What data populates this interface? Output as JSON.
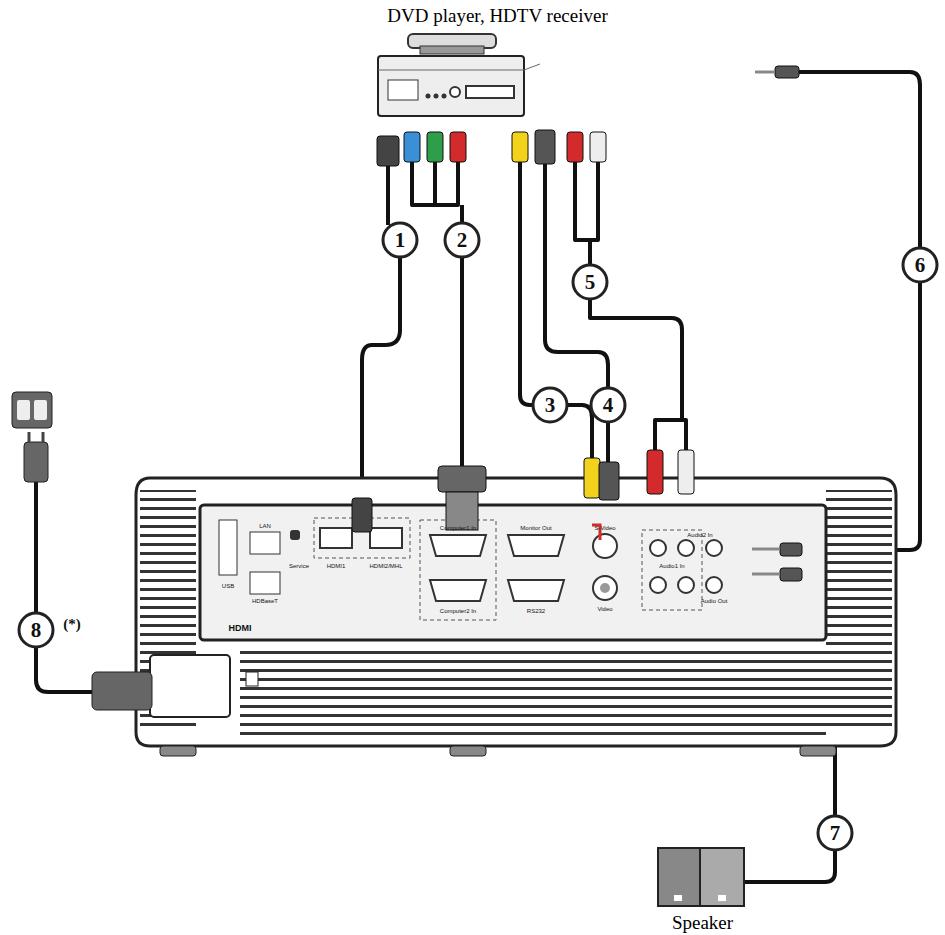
{
  "diagram": {
    "nodes": [
      {
        "text": [
          "DVD player, HDTV receiver"
        ]
      },
      {
        "text": [
          "Speaker"
        ]
      }
    ],
    "labels": [
      "1",
      "2",
      "3",
      "4",
      "5",
      "6",
      "7",
      "8",
      "(*)",
      "USB",
      "LAN",
      "HDBaseT",
      "Service",
      "HDMI1",
      "HDMI2/MHL",
      "Computer1 In",
      "Monitor Out",
      "Computer2 In",
      "RS232",
      "S-Video",
      "Video",
      "Audio1 In",
      "Audio2 In",
      "Audio Out",
      "HDMI"
    ]
  }
}
